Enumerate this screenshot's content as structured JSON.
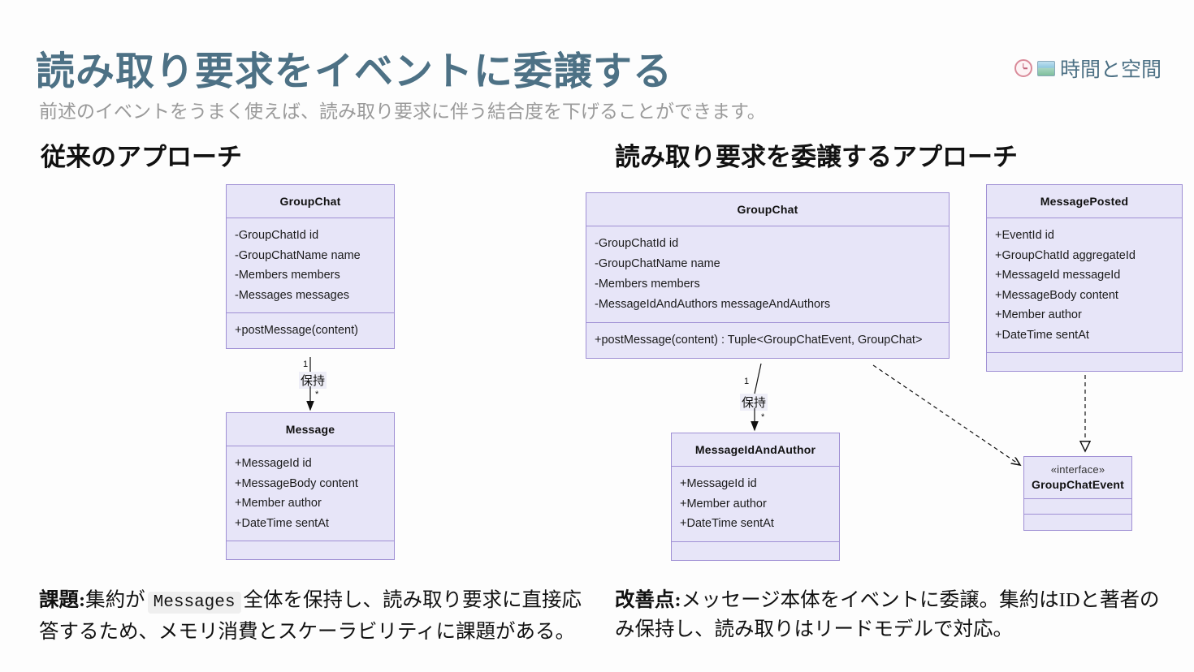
{
  "header": {
    "title": "読み取り要求をイベントに委譲する",
    "subtitle": "前述のイベントをうまく使えば、読み取り要求に伴う結合度を下げることができます。",
    "brand_text": "時間と空間",
    "brand_icons": [
      "alarm-clock-icon",
      "world-map-icon"
    ],
    "title_color": "#4d7185",
    "subtitle_color": "#9a9a9a"
  },
  "sections": {
    "left_heading": "従来のアプローチ",
    "right_heading": "読み取り要求を委譲するアプローチ"
  },
  "diagram_style": {
    "box_fill": "#e7e5f8",
    "box_border": "#9f8fd4"
  },
  "left_diagram": {
    "classes": [
      {
        "name": "GroupChat",
        "attributes": [
          "-GroupChatId id",
          "-GroupChatName name",
          "-Members members",
          "-Messages messages"
        ],
        "operations": [
          "+postMessage(content)"
        ]
      },
      {
        "name": "Message",
        "attributes": [
          "+MessageId id",
          "+MessageBody content",
          "+Member author",
          "+DateTime sentAt"
        ],
        "operations": []
      }
    ],
    "relation": {
      "label": "保持",
      "source_multiplicity": "1",
      "target_multiplicity": "*",
      "kind": "association-arrow"
    }
  },
  "right_diagram": {
    "classes": [
      {
        "name": "GroupChat",
        "attributes": [
          "-GroupChatId id",
          "-GroupChatName name",
          "-Members members",
          "-MessageIdAndAuthors messageAndAuthors"
        ],
        "operations": [
          "+postMessage(content) : Tuple<GroupChatEvent, GroupChat>"
        ]
      },
      {
        "name": "MessagePosted",
        "attributes": [
          "+EventId id",
          "+GroupChatId aggregateId",
          "+MessageId messageId",
          "+MessageBody content",
          "+Member author",
          "+DateTime sentAt"
        ],
        "operations": []
      },
      {
        "name": "MessageIdAndAuthor",
        "attributes": [
          "+MessageId id",
          "+Member author",
          "+DateTime sentAt"
        ],
        "operations": []
      },
      {
        "stereotype": "«interface»",
        "name": "GroupChatEvent",
        "attributes": [],
        "operations": []
      }
    ],
    "relation": {
      "label": "保持",
      "source_multiplicity": "1",
      "target_multiplicity": "*",
      "kind": "association-arrow"
    },
    "dependencies": [
      {
        "from": "GroupChat",
        "to": "GroupChatEvent",
        "kind": "dependency-dashed"
      },
      {
        "from": "MessagePosted",
        "to": "GroupChatEvent",
        "kind": "realization-dashed"
      }
    ]
  },
  "captions": {
    "left_label": "課題:",
    "left_text_before": "集約が",
    "left_code": "Messages",
    "left_text_after": "全体を保持し、読み取り要求に直接応答するため、メモリ消費とスケーラビリティに課題がある。",
    "right_label": "改善点:",
    "right_text": "メッセージ本体をイベントに委譲。集約はIDと著者のみ保持し、読み取りはリードモデルで対応。"
  }
}
